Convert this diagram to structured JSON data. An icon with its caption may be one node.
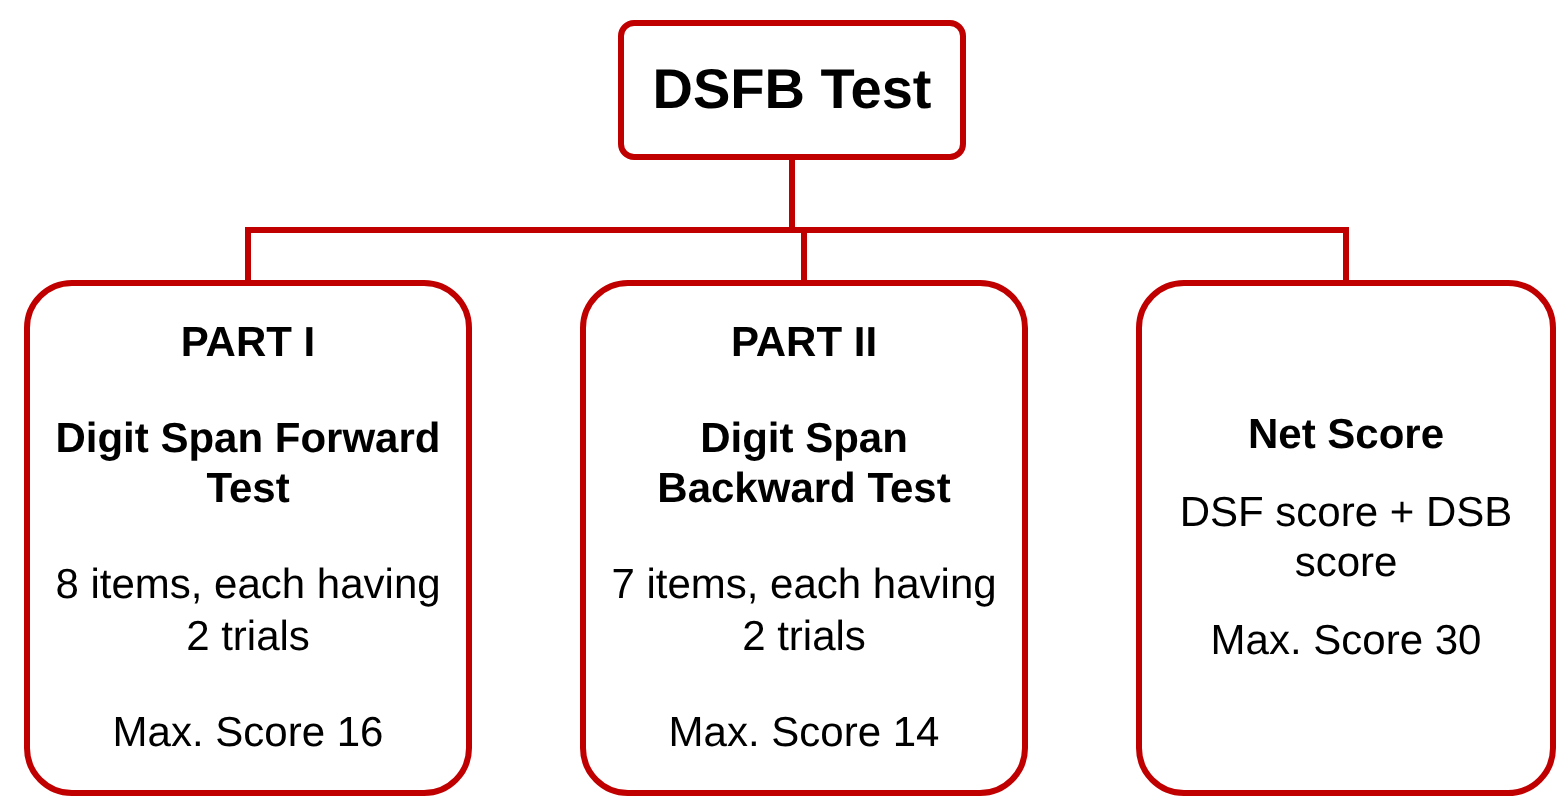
{
  "diagram": {
    "nodes": [
      {
        "text": [
          "DSFB Test"
        ]
      },
      {
        "text": [
          "PART I",
          "Digit Span Forward Test",
          "8 items, each having 2 trials",
          "Max. Score 16"
        ]
      },
      {
        "text": [
          "PART II",
          "Digit Span Backward Test",
          "7 items, each having 2 trials",
          "Max. Score 14"
        ]
      },
      {
        "text": [
          "Net Score",
          "DSF score + DSB score",
          "Max. Score 30"
        ]
      }
    ],
    "edges": [
      {
        "from": 0,
        "to": 1,
        "arrow": "none"
      },
      {
        "from": 0,
        "to": 2,
        "arrow": "none"
      },
      {
        "from": 0,
        "to": 3,
        "arrow": "none"
      }
    ]
  }
}
